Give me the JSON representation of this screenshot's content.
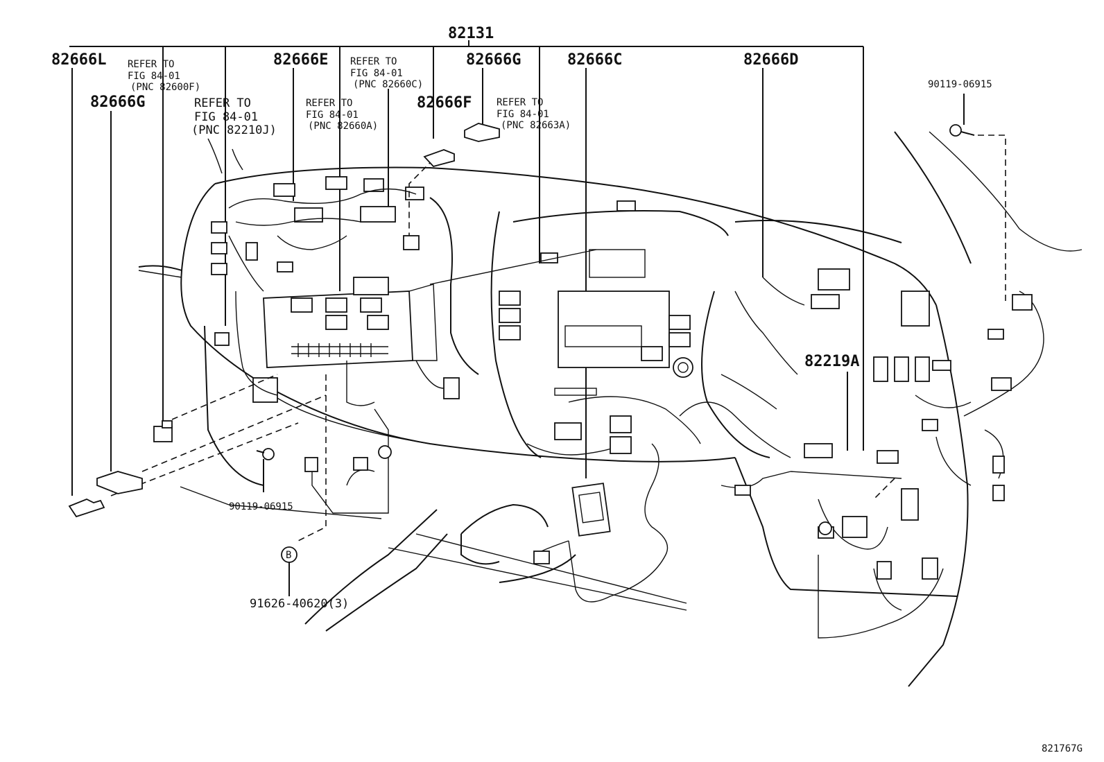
{
  "callouts": {
    "main_harness": "82131",
    "p_82666L": "82666L",
    "p_82666G_left": "82666G",
    "p_82666E": "82666E",
    "p_82666F": "82666F",
    "p_82666G_top": "82666G",
    "p_82666C": "82666C",
    "p_82666D": "82666D",
    "p_82219A": "82219A",
    "bolt_top_right": "90119-06915",
    "bolt_bottom": "90119-06915",
    "clip_b": "91626-40620(3)",
    "clip_b_marker": "B"
  },
  "references": [
    {
      "line1": "REFER TO",
      "line2": "FIG 84-01",
      "line3": "(PNC 82600F)"
    },
    {
      "line1": "REFER TO",
      "line2": "FIG 84-01",
      "line3": "(PNC 82210J)"
    },
    {
      "line1": "REFER TO",
      "line2": "FIG 84-01",
      "line3": "(PNC 82660A)"
    },
    {
      "line1": "REFER TO",
      "line2": "FIG 84-01",
      "line3": "(PNC 82660C)"
    },
    {
      "line1": "REFER TO",
      "line2": "FIG 84-01",
      "line3": "(PNC 82663A)"
    }
  ],
  "figure_id": "821767G"
}
